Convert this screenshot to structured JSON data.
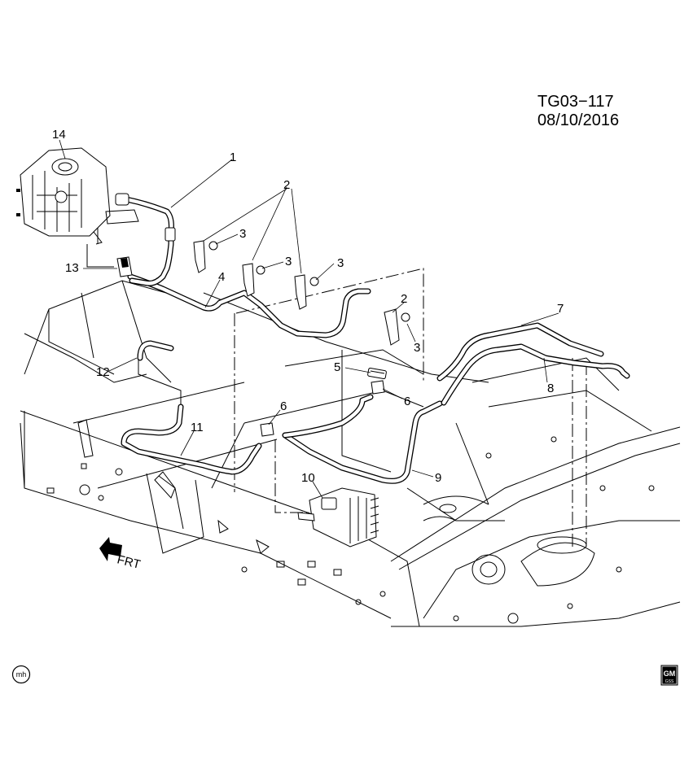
{
  "diagram": {
    "reference": "TG03−117  08/10/2016",
    "direction_label": "FRT",
    "callouts": {
      "c1": "1",
      "c2a": "2",
      "c2b": "2",
      "c3a": "3",
      "c3b": "3",
      "c3c": "3",
      "c4": "4",
      "c2c": "2",
      "c3d": "3",
      "c5": "5",
      "c6a": "6",
      "c6b": "6",
      "c7": "7",
      "c8": "8",
      "c9": "9",
      "c10": "10",
      "c11": "11",
      "c12": "12",
      "c13": "13",
      "c14": "14"
    }
  },
  "badges": {
    "left_mark": "mh",
    "logo_top": "GM",
    "logo_bottom": "GSS"
  }
}
